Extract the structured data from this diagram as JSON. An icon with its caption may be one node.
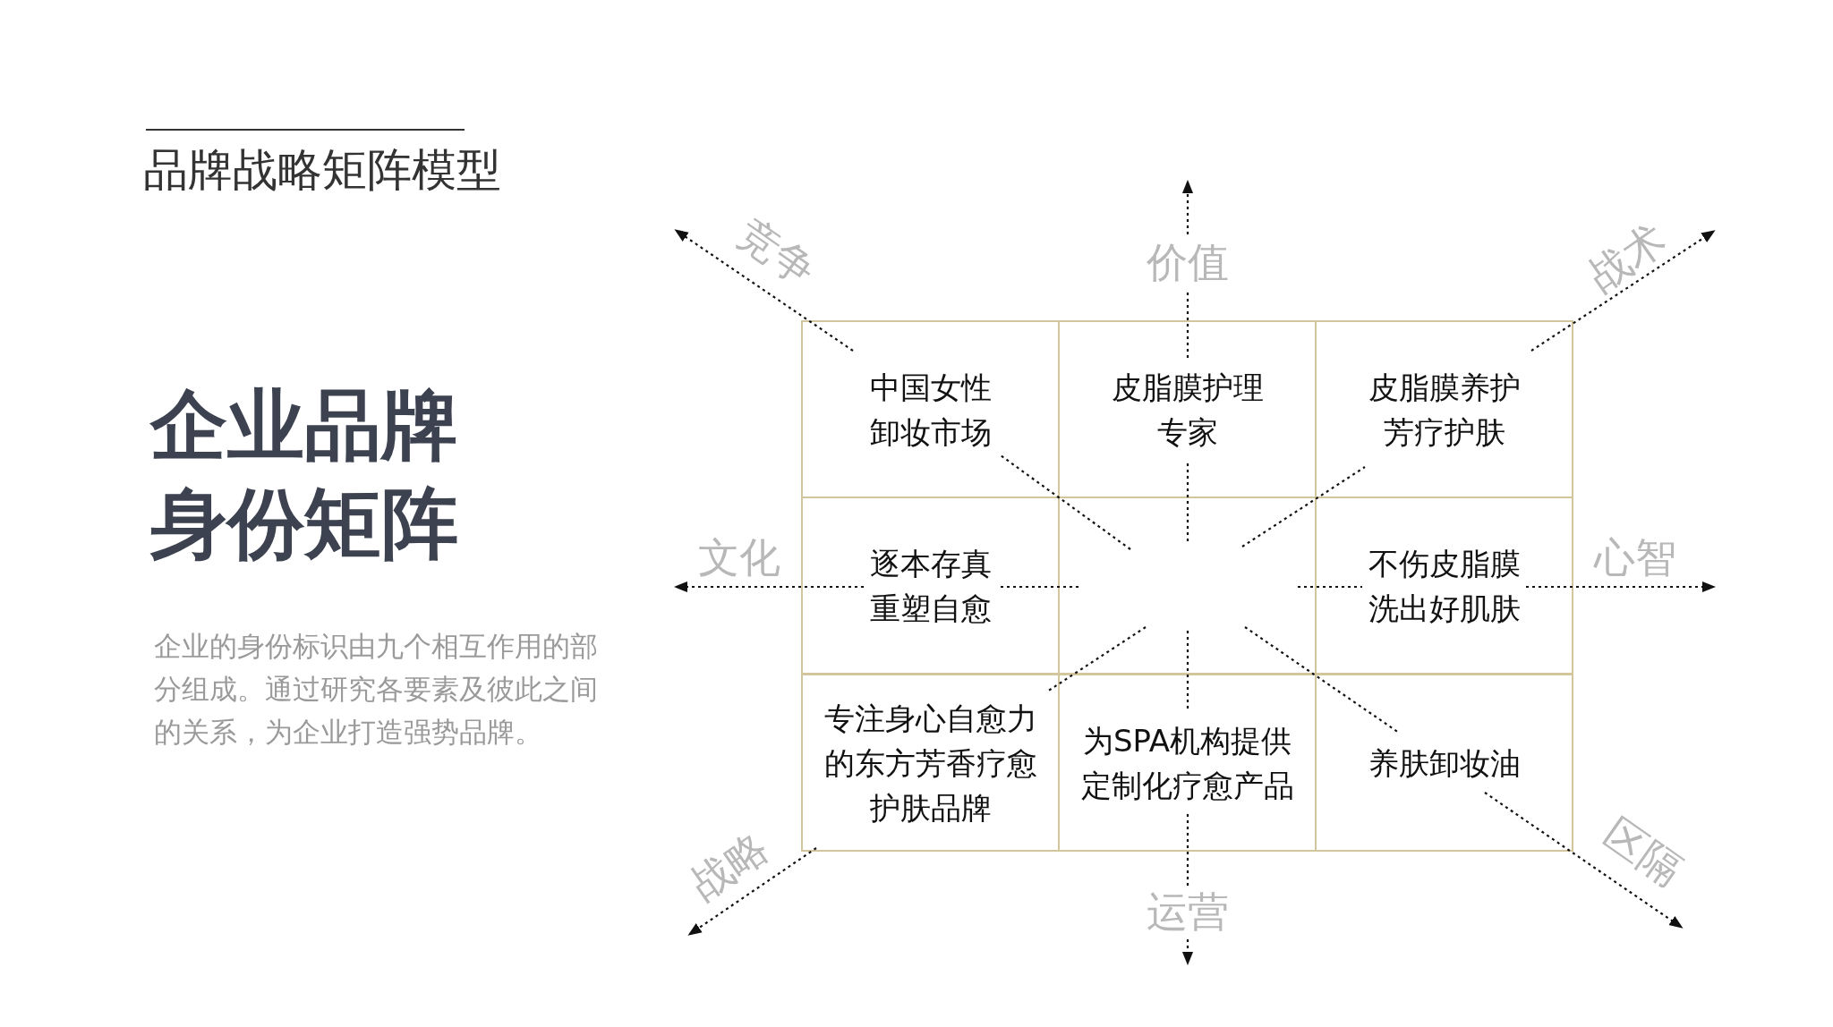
{
  "diagram": {
    "title": "品牌战略矩阵模型",
    "nodes": [
      {
        "text": [
          "中国女性卸妆市场"
        ]
      },
      {
        "text": [
          "皮脂膜护理专家"
        ]
      },
      {
        "text": [
          "皮脂膜养护芳疗护肤"
        ]
      },
      {
        "text": [
          "逐本存真重塑自愈"
        ]
      },
      {
        "text": [],
        "shape": "box"
      },
      {
        "text": [
          "不伤皮脂膜洗出好肌肤"
        ]
      },
      {
        "text": [
          "专注身心自愈力的东方芳香疗愈护肤品牌"
        ]
      },
      {
        "text": [
          "为SPA机构提供定制化疗愈产品"
        ]
      },
      {
        "text": [
          "养肤卸妆油"
        ]
      }
    ],
    "edges": [
      {
        "from": 4,
        "to": 0,
        "arrow": "none",
        "style": "dashed"
      },
      {
        "from": 4,
        "to": 1,
        "arrow": "none",
        "style": "dashed"
      },
      {
        "from": 4,
        "to": 2,
        "arrow": "none",
        "style": "dashed"
      },
      {
        "from": 4,
        "to": 3,
        "arrow": "none",
        "style": "dashed"
      },
      {
        "from": 4,
        "to": 5,
        "arrow": "none",
        "style": "dashed"
      },
      {
        "from": 4,
        "to": 6,
        "arrow": "none",
        "style": "dashed"
      },
      {
        "from": 4,
        "to": 7,
        "arrow": "none",
        "style": "dashed"
      },
      {
        "from": 4,
        "to": 8,
        "arrow": "none",
        "style": "dashed"
      }
    ],
    "labels": [
      "企业品牌身份矩阵",
      "企业的身份标识由九个相互作用的部分组成。通过研究各要素及彼此之间的关系，为企业打造强势品牌。",
      "竞争",
      "价值",
      "战术",
      "文化",
      "心智",
      "战略",
      "运营",
      "区隔"
    ]
  }
}
